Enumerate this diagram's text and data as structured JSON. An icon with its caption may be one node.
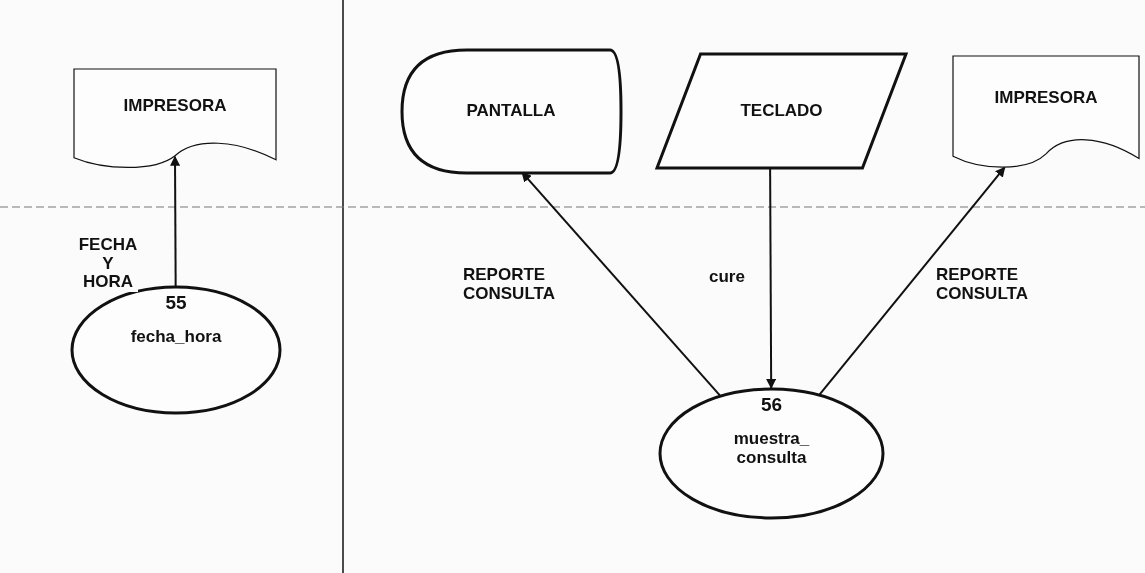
{
  "diagram": {
    "nodes": [
      {
        "text": [
          "IMPRESORA"
        ]
      },
      {
        "text": [
          "PANTALLA"
        ]
      },
      {
        "text": [
          "TECLADO"
        ]
      },
      {
        "text": [
          "IMPRESORA"
        ]
      },
      {
        "text": [
          "55",
          "fecha_hora"
        ]
      },
      {
        "text": [
          "56",
          "muestra_ consulta"
        ]
      }
    ],
    "edges": [
      {
        "from": 4,
        "to": 0,
        "arrow": "to",
        "label": "FECHA Y HORA"
      },
      {
        "from": 5,
        "to": 1,
        "arrow": "to",
        "label": "REPORTE CONSULTA"
      },
      {
        "from": 2,
        "to": 5,
        "arrow": "to",
        "label": "cure"
      },
      {
        "from": 5,
        "to": 3,
        "arrow": "to",
        "label": "REPORTE CONSULTA"
      }
    ]
  }
}
